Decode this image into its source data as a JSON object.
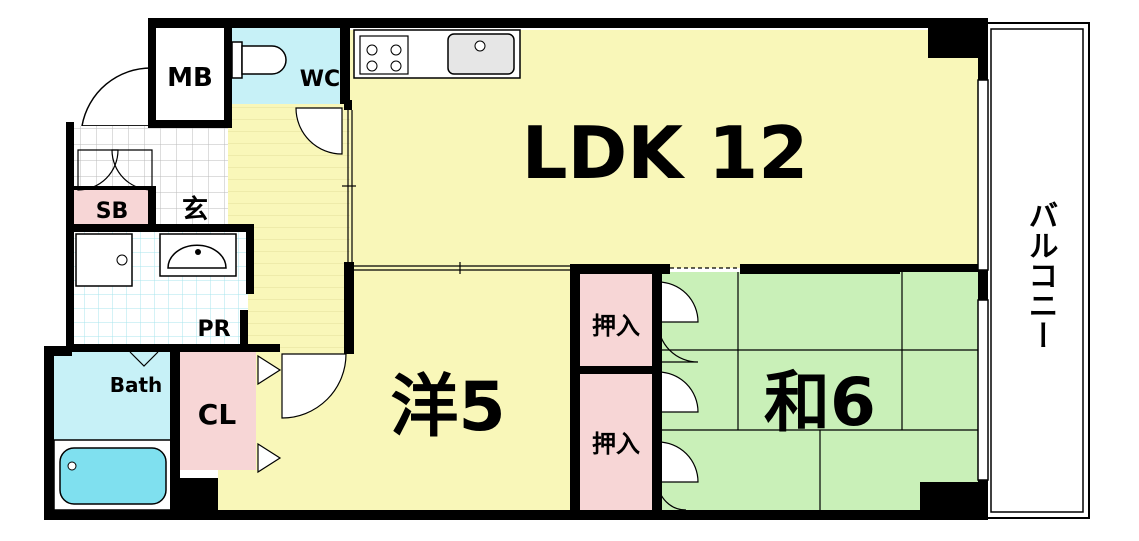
{
  "floor_plan": {
    "rooms": {
      "ldk": {
        "label": "LDK 12",
        "color": "#f9f7b9"
      },
      "western": {
        "label": "洋5",
        "color": "#f9f7b9"
      },
      "japanese": {
        "label": "和6",
        "color": "#c9f0b8"
      },
      "toilet": {
        "label": "WC",
        "color": "#c7f1f7"
      },
      "meter_box": {
        "label": "MB"
      },
      "shoe_box": {
        "label": "SB",
        "color": "#f7d6d6"
      },
      "entrance": {
        "label": "玄"
      },
      "powder_room": {
        "label": "PR"
      },
      "bath": {
        "label": "Bath",
        "color": "#c7f1f7"
      },
      "closet": {
        "label": "CL",
        "color": "#f7d6d6"
      },
      "oshiire_upper": {
        "label": "押入",
        "color": "#f7d6d6"
      },
      "oshiire_lower": {
        "label": "押入",
        "color": "#f7d6d6"
      },
      "balcony": {
        "label": "バルコニー"
      }
    }
  }
}
